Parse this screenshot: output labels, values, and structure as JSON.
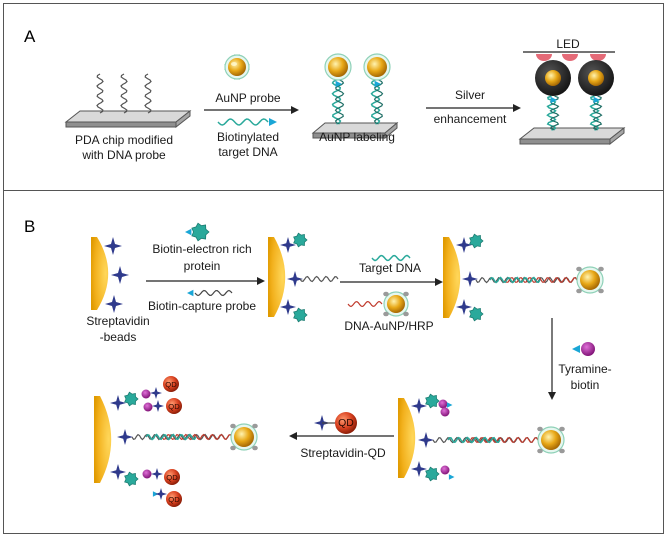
{
  "panel_a": {
    "letter": "A",
    "chip_label_1": "PDA chip modified",
    "chip_label_2": "with DNA probe",
    "probe_label": "AuNP probe",
    "target_label_1": "Biotinylated",
    "target_label_2": "target DNA",
    "labeling_label": "AuNP labeling",
    "silver_label_1": "Silver",
    "silver_label_2": "enhancement",
    "led_label": "LED"
  },
  "panel_b": {
    "letter": "B",
    "biotin_protein_1": "Biotin-electron rich",
    "biotin_protein_2": "protein",
    "capture_probe": "Biotin-capture probe",
    "beads_1": "Streptavidin",
    "beads_2": "-beads",
    "target_dna": "Target DNA",
    "aunp_hrp": "DNA-AuNP/HRP",
    "tyramine_1": "Tyramine-",
    "tyramine_2": "biotin",
    "strep_qd": "Streptavidin-QD",
    "qd": "QD"
  },
  "colors": {
    "gold": "#e8a817",
    "bead": "#f2b01c",
    "teal": "#2aa99b",
    "navy": "#2f3a8c",
    "qd_red": "#d8401f",
    "magenta": "#a8199a",
    "cyan_tri": "#1aa6d6",
    "led_pink": "#e46a77",
    "chip": "#bdbdbd"
  }
}
